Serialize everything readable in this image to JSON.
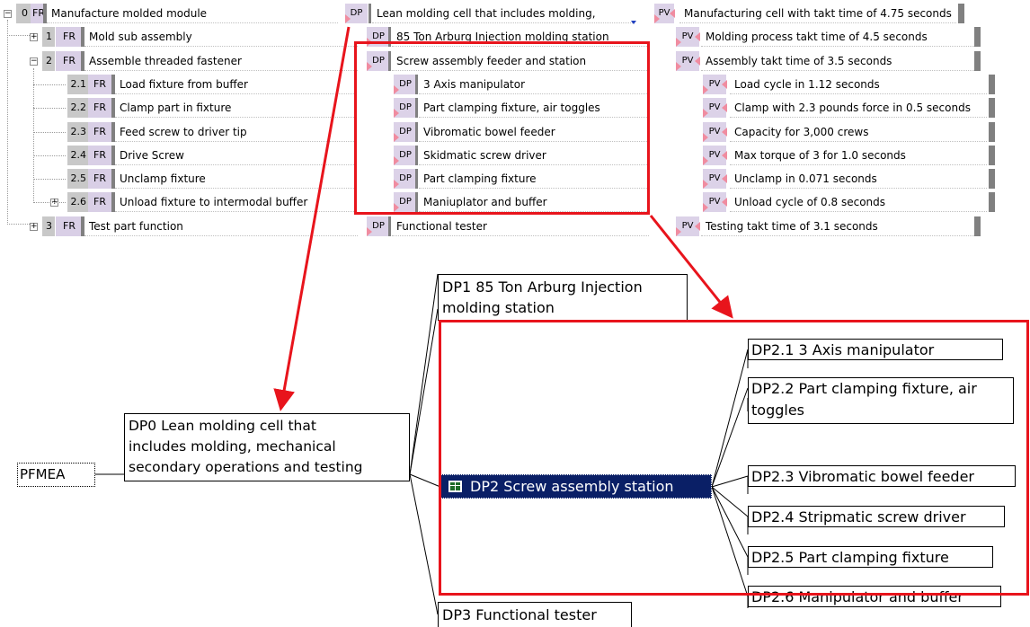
{
  "rows": [
    {
      "num": "0",
      "fr": "FR",
      "text": "Manufacture molded module",
      "dp": "DP",
      "dp_text": "Lean molding cell that includes molding,",
      "pv": "PV",
      "pv_text": "Manufacturing cell with takt time of 4.75 seconds"
    },
    {
      "num": "1",
      "fr": "FR",
      "text": "Mold sub assembly",
      "dp": "DP",
      "dp_text": "85 Ton Arburg Injection molding station",
      "pv": "PV",
      "pv_text": "Molding process takt time of 4.5 seconds"
    },
    {
      "num": "2",
      "fr": "FR",
      "text": "Assemble threaded fastener",
      "dp": "DP",
      "dp_text": "Screw assembly feeder and station",
      "pv": "PV",
      "pv_text": "Assembly takt time of 3.5 seconds"
    },
    {
      "num": "2.1",
      "fr": "FR",
      "text": "Load fixture from buffer",
      "dp": "DP",
      "dp_text": "3 Axis manipulator",
      "pv": "PV",
      "pv_text": "Load cycle in 1.12 seconds"
    },
    {
      "num": "2.2",
      "fr": "FR",
      "text": "Clamp part in fixture",
      "dp": "DP",
      "dp_text": "Part clamping fixture, air toggles",
      "pv": "PV",
      "pv_text": "Clamp with 2.3 pounds force in 0.5 seconds"
    },
    {
      "num": "2.3",
      "fr": "FR",
      "text": "Feed screw to driver tip",
      "dp": "DP",
      "dp_text": "Vibromatic bowel feeder",
      "pv": "PV",
      "pv_text": "Capacity for 3,000 crews"
    },
    {
      "num": "2.4",
      "fr": "FR",
      "text": "Drive Screw",
      "dp": "DP",
      "dp_text": "Skidmatic screw driver",
      "pv": "PV",
      "pv_text": "Max torque of 3 for 1.0 seconds"
    },
    {
      "num": "2.5",
      "fr": "FR",
      "text": "Unclamp fixture",
      "dp": "DP",
      "dp_text": "Part clamping fixture",
      "pv": "PV",
      "pv_text": "Unclamp in 0.071 seconds"
    },
    {
      "num": "2.6",
      "fr": "FR",
      "text": "Unload fixture to intermodal buffer",
      "dp": "DP",
      "dp_text": "Maniuplator and buffer",
      "pv": "PV",
      "pv_text": "Unload cycle of 0.8 seconds"
    },
    {
      "num": "3",
      "fr": "FR",
      "text": "Test part function",
      "dp": "DP",
      "dp_text": "Functional tester",
      "pv": "PV",
      "pv_text": "Testing takt time of 3.1 seconds"
    }
  ],
  "tree": {
    "root": "PFMEA",
    "dp0": [
      "DP0 Lean molding cell that",
      "includes molding, mechanical",
      "secondary operations and testing"
    ],
    "dp1": [
      "DP1 85 Ton Arburg Injection",
      "molding station"
    ],
    "dp2": "DP2 Screw assembly station",
    "dp3": "DP3 Functional tester",
    "children": [
      [
        "DP2.1 3 Axis manipulator"
      ],
      [
        "DP2.2 Part clamping fixture, air",
        "toggles"
      ],
      [
        "DP2.3 Vibromatic bowel feeder"
      ],
      [
        "DP2.4 Stripmatic screw driver"
      ],
      [
        "DP2.5 Part clamping  fixture"
      ],
      [
        "DP2.6 Manipulator and buffer"
      ]
    ]
  },
  "colors": {
    "highlight_box": "#e8141c",
    "arrow": "#e8141c",
    "selected_node_bg": "#0a1f66",
    "fr_badge": "#d9cfe6",
    "num_badge": "#c8c8c8",
    "gray_bar": "#808080"
  },
  "icons": {
    "selected_node_icon": "grid-icon",
    "expand_icon": "plus-box-icon",
    "collapse_icon": "minus-box-icon"
  }
}
